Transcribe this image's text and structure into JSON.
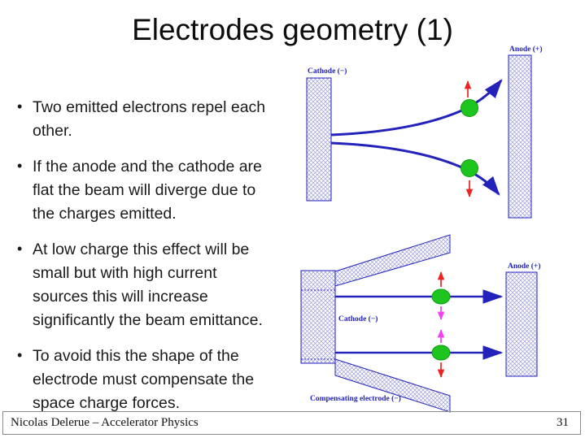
{
  "slide": {
    "title": "Electrodes geometry (1)",
    "bullets": [
      [
        "Two emitted electrons repel each",
        "other."
      ],
      [
        "If the anode and the cathode are",
        "flat the beam will diverge due to",
        "the charges emitted."
      ],
      [
        "At low charge this effect will be",
        "small but with high current",
        "sources this will increase",
        "significantly the beam emittance."
      ],
      [
        "To avoid this the shape of the",
        "electrode must compensate the",
        "space charge forces."
      ]
    ],
    "footer": {
      "left": "Nicolas Delerue – Accelerator Physics",
      "page_number": "31"
    }
  },
  "diagram_top": {
    "cathode_label": "Cathode (−)",
    "anode_label": "Anode (+)"
  },
  "diagram_bottom": {
    "cathode_label": "Cathode (−)",
    "anode_label": "Anode (+)",
    "compensating_label": "Compensating electrode (−)"
  },
  "colors": {
    "electrode_blue": "#2323bb",
    "hatch_blue": "#9a9ade",
    "electron_green": "#1ec51e",
    "electron_green_border": "#0f9b0f",
    "repel_red": "#ee2222",
    "compensate_magenta": "#f43df4",
    "text_black": "#1a1a1a"
  }
}
